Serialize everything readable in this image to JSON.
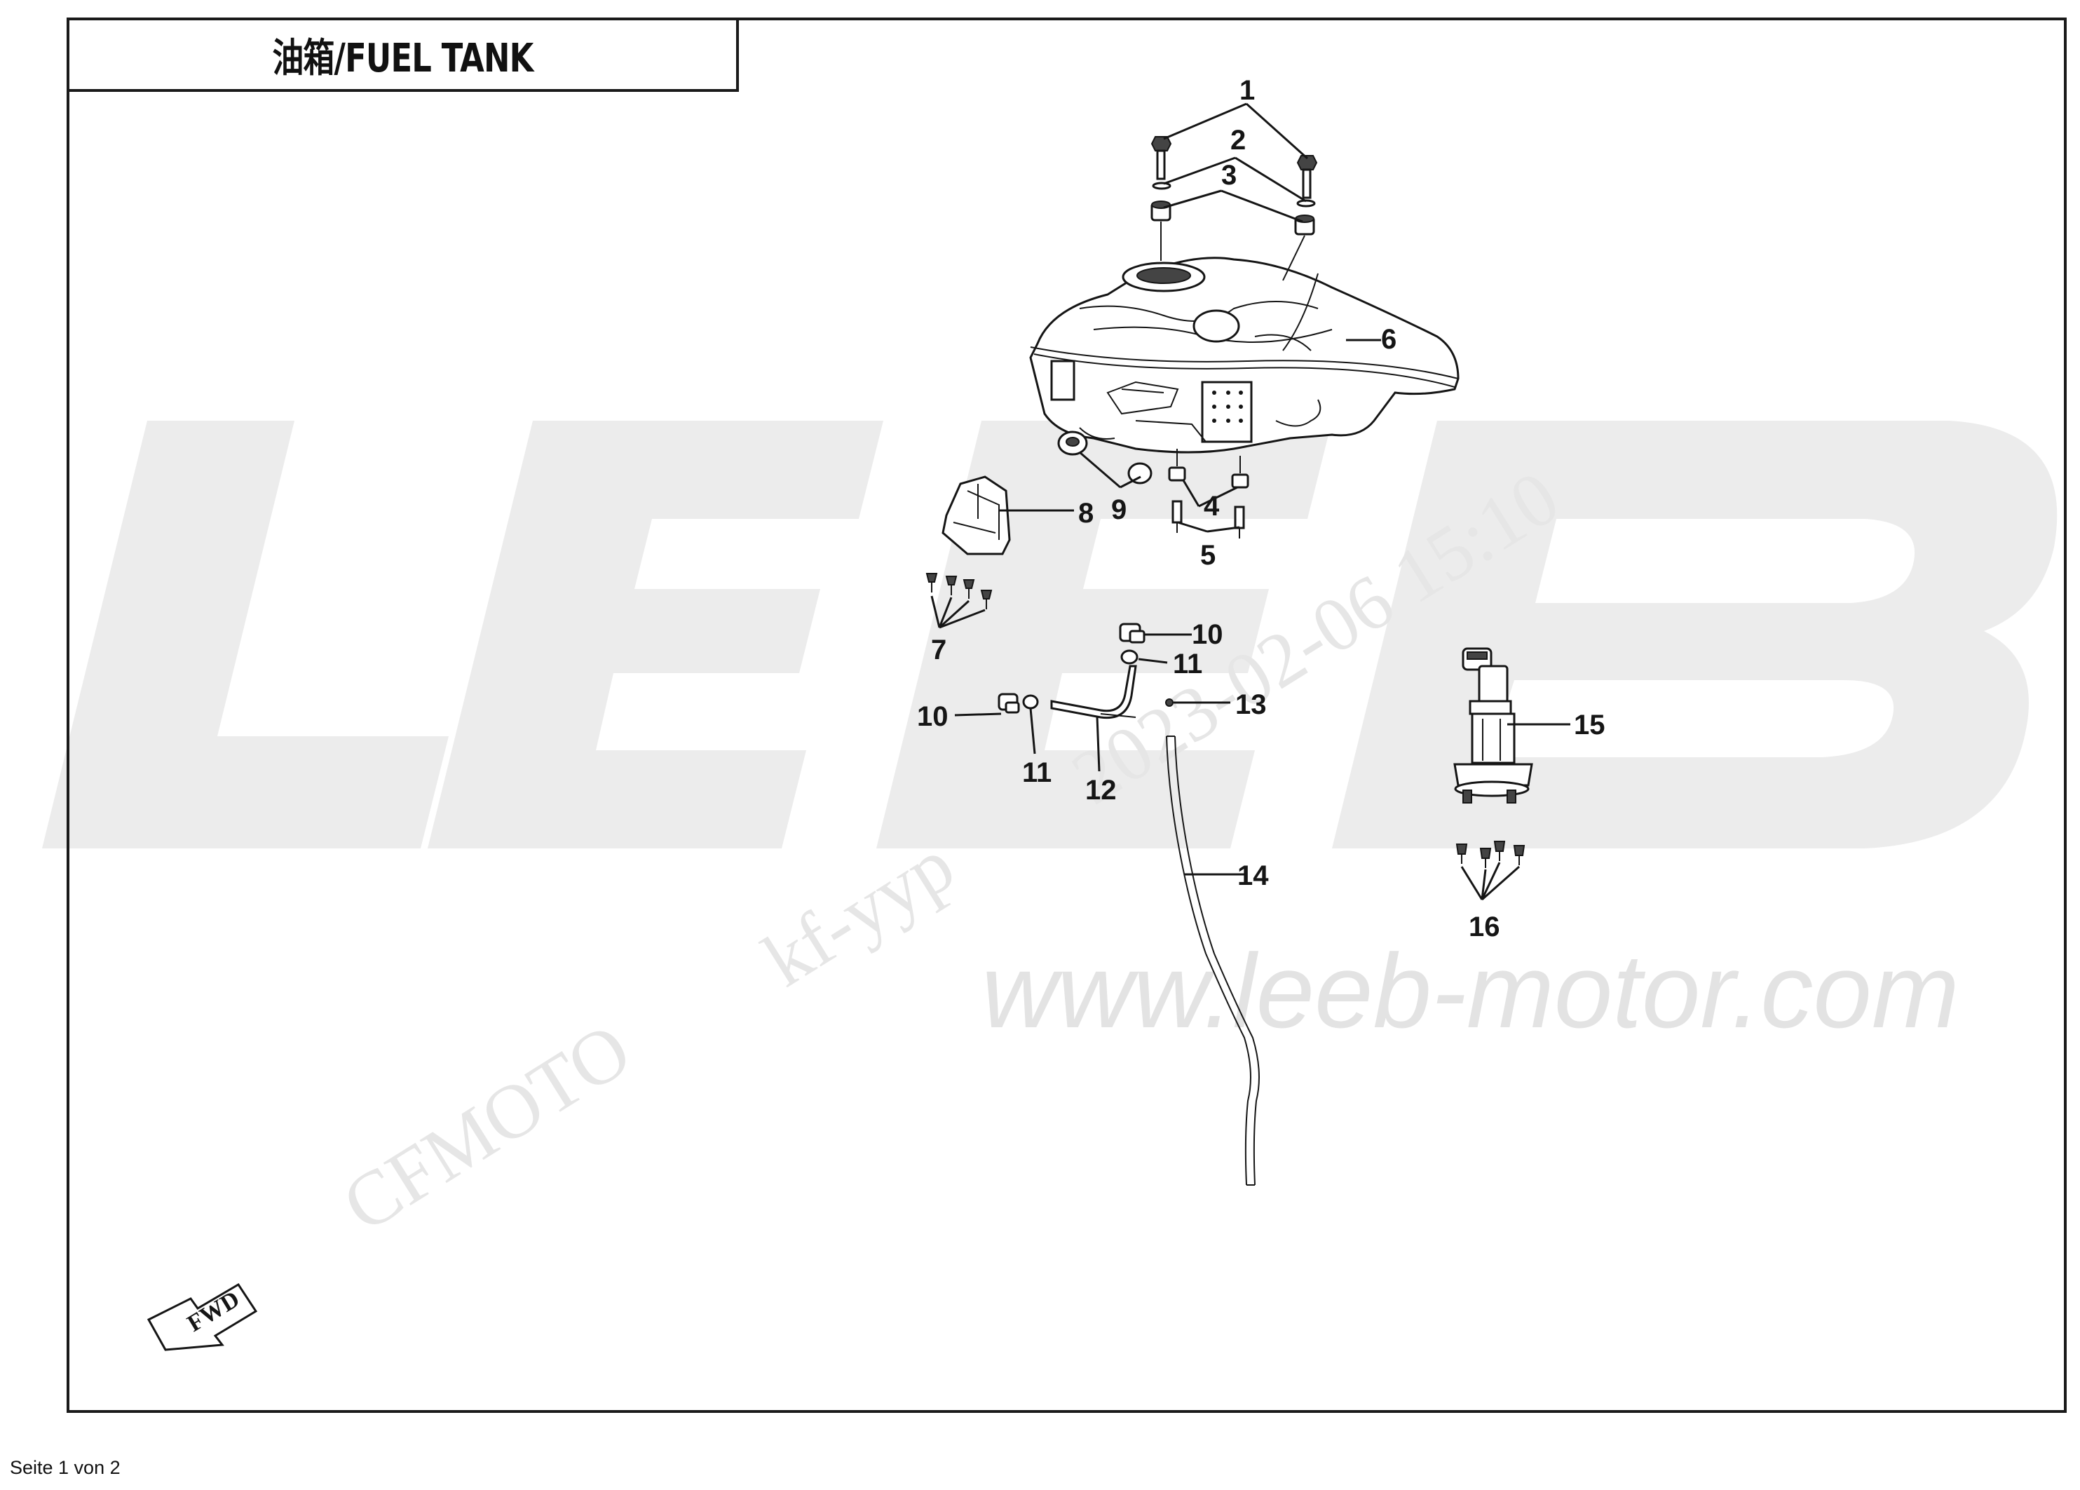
{
  "title": "油箱/FUEL TANK",
  "footer": "Seite 1 von 2",
  "watermark": {
    "brand": "LEEB",
    "url": "www.leeb-motor.com",
    "maker": "CFMOTO",
    "code": "kf-yyp",
    "timestamp": "2023-02-06  15:10"
  },
  "direction_label": "FWD",
  "callouts": [
    {
      "id": "c1",
      "label": "1"
    },
    {
      "id": "c2",
      "label": "2"
    },
    {
      "id": "c3",
      "label": "3"
    },
    {
      "id": "c4",
      "label": "4"
    },
    {
      "id": "c5",
      "label": "5"
    },
    {
      "id": "c6",
      "label": "6"
    },
    {
      "id": "c7",
      "label": "7"
    },
    {
      "id": "c8",
      "label": "8"
    },
    {
      "id": "c9",
      "label": "9"
    },
    {
      "id": "c10a",
      "label": "10"
    },
    {
      "id": "c10b",
      "label": "10"
    },
    {
      "id": "c11a",
      "label": "11"
    },
    {
      "id": "c11b",
      "label": "11"
    },
    {
      "id": "c12",
      "label": "12"
    },
    {
      "id": "c13",
      "label": "13"
    },
    {
      "id": "c14",
      "label": "14"
    },
    {
      "id": "c15",
      "label": "15"
    },
    {
      "id": "c16",
      "label": "16"
    }
  ],
  "colors": {
    "line": "#151515",
    "watermark": "#e6e6e6",
    "background": "#ffffff"
  }
}
